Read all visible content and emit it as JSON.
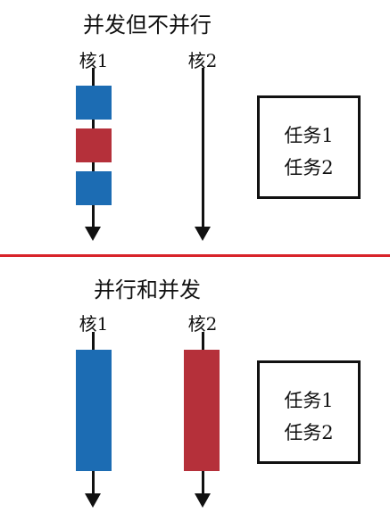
{
  "top": {
    "title": "并发但不并行",
    "core1": "核1",
    "core2": "核2",
    "box": {
      "line1": "任务1",
      "line2": "任务2"
    }
  },
  "bottom": {
    "title": "并行和并发",
    "core1": "核1",
    "core2": "核2",
    "box": {
      "line1": "任务1",
      "line2": "任务2"
    }
  },
  "colors": {
    "task1": "#1c6cb3",
    "task2": "#b5303a",
    "divider": "#d8232a",
    "line": "#111111"
  }
}
